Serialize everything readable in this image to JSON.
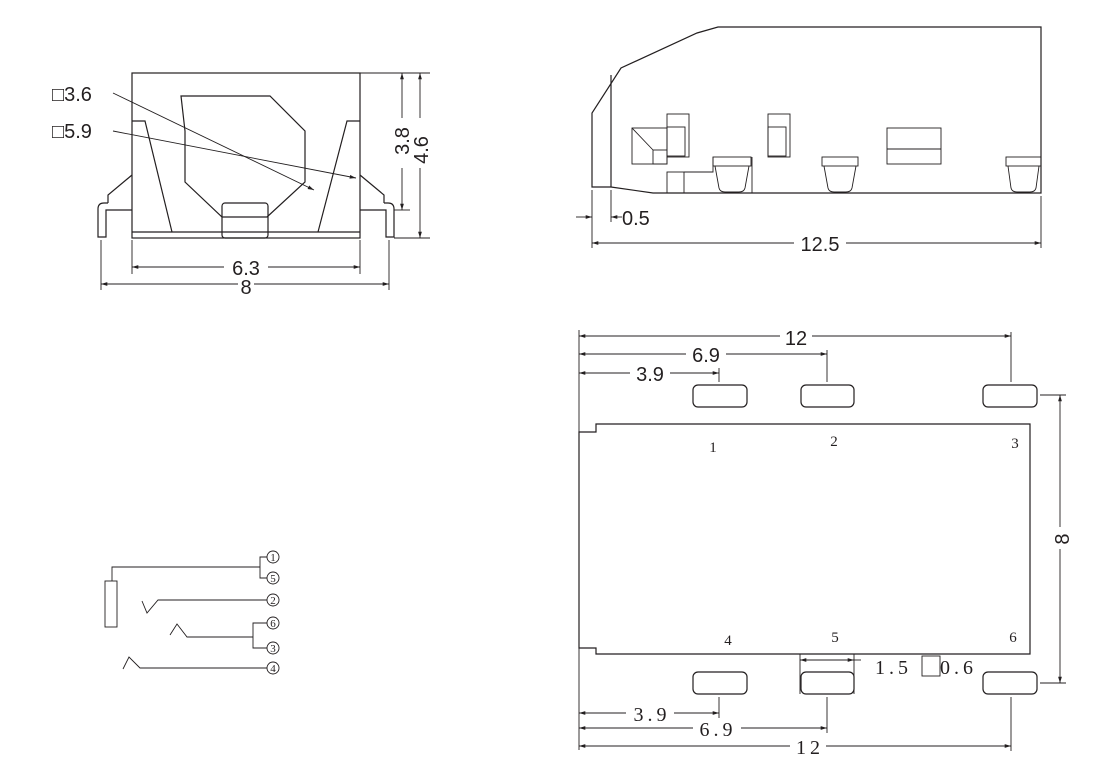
{
  "front_view": {
    "labels": {
      "top_square": "□3.6",
      "body_square": "□5.9"
    },
    "dims": {
      "height_inner": "3.8",
      "height_total": "4.6",
      "width_body": "6.3",
      "width_total": "8"
    }
  },
  "side_view": {
    "dims": {
      "offset": "0.5",
      "length": "12.5"
    }
  },
  "footprint": {
    "pin_numbers": [
      "1",
      "2",
      "3",
      "4",
      "5",
      "6"
    ],
    "dims_top": {
      "total": "12",
      "mid": "6.9",
      "first": "3.9"
    },
    "dims_bottom": {
      "total": "12",
      "mid": "6.9",
      "first": "3.9"
    },
    "height": "8",
    "pad_size": {
      "length": "1.5",
      "width": "0.6"
    }
  },
  "schematic": {
    "terminals": [
      "1",
      "5",
      "2",
      "6",
      "3",
      "4"
    ]
  }
}
